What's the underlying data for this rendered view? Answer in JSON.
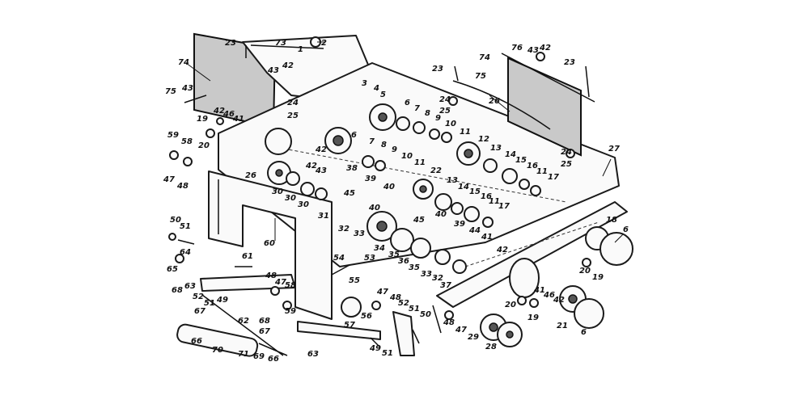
{
  "diagram": {
    "callouts": [
      {
        "id": "c1",
        "text": "23"
      },
      {
        "id": "c2",
        "text": "73"
      },
      {
        "id": "c3",
        "text": "2"
      },
      {
        "id": "c4",
        "text": "1"
      },
      {
        "id": "c5",
        "text": "74"
      },
      {
        "id": "c6",
        "text": "42"
      },
      {
        "id": "c7",
        "text": "43"
      },
      {
        "id": "c8",
        "text": "3"
      },
      {
        "id": "c9",
        "text": "4"
      },
      {
        "id": "c10",
        "text": "5"
      },
      {
        "id": "c11",
        "text": "75"
      },
      {
        "id": "c12",
        "text": "43"
      },
      {
        "id": "c13",
        "text": "24"
      },
      {
        "id": "c14",
        "text": "25"
      },
      {
        "id": "c15",
        "text": "42"
      },
      {
        "id": "c16",
        "text": "46"
      },
      {
        "id": "c17",
        "text": "41"
      },
      {
        "id": "c18",
        "text": "19"
      },
      {
        "id": "c19",
        "text": "20"
      },
      {
        "id": "c20",
        "text": "6"
      },
      {
        "id": "c21",
        "text": "7"
      },
      {
        "id": "c22",
        "text": "8"
      },
      {
        "id": "c23",
        "text": "9"
      },
      {
        "id": "c24",
        "text": "10"
      },
      {
        "id": "c25",
        "text": "11"
      },
      {
        "id": "c26",
        "text": "12"
      },
      {
        "id": "c27",
        "text": "59"
      },
      {
        "id": "c28",
        "text": "58"
      },
      {
        "id": "c29",
        "text": "6"
      },
      {
        "id": "c30",
        "text": "42"
      },
      {
        "id": "c31",
        "text": "7"
      },
      {
        "id": "c32",
        "text": "8"
      },
      {
        "id": "c33",
        "text": "9"
      },
      {
        "id": "c34",
        "text": "10"
      },
      {
        "id": "c35",
        "text": "13"
      },
      {
        "id": "c36",
        "text": "14"
      },
      {
        "id": "c37",
        "text": "15"
      },
      {
        "id": "c38",
        "text": "16"
      },
      {
        "id": "c39",
        "text": "11"
      },
      {
        "id": "c40",
        "text": "17"
      },
      {
        "id": "c41",
        "text": "47"
      },
      {
        "id": "c42",
        "text": "48"
      },
      {
        "id": "c43",
        "text": "26"
      },
      {
        "id": "c44",
        "text": "42"
      },
      {
        "id": "c45",
        "text": "43"
      },
      {
        "id": "c46",
        "text": "38"
      },
      {
        "id": "c47",
        "text": "39"
      },
      {
        "id": "c48",
        "text": "40"
      },
      {
        "id": "c49",
        "text": "11"
      },
      {
        "id": "c50",
        "text": "22"
      },
      {
        "id": "c51",
        "text": "13"
      },
      {
        "id": "c52",
        "text": "14"
      },
      {
        "id": "c53",
        "text": "15"
      },
      {
        "id": "c54",
        "text": "16"
      },
      {
        "id": "c55",
        "text": "11"
      },
      {
        "id": "c56",
        "text": "17"
      },
      {
        "id": "c57",
        "text": "30"
      },
      {
        "id": "c58",
        "text": "30"
      },
      {
        "id": "c59",
        "text": "30"
      },
      {
        "id": "c60",
        "text": "45"
      },
      {
        "id": "c61",
        "text": "31"
      },
      {
        "id": "c62",
        "text": "32"
      },
      {
        "id": "c63",
        "text": "40"
      },
      {
        "id": "c64",
        "text": "33"
      },
      {
        "id": "c65",
        "text": "45"
      },
      {
        "id": "c66",
        "text": "40"
      },
      {
        "id": "c67",
        "text": "39"
      },
      {
        "id": "c68",
        "text": "60"
      },
      {
        "id": "c69",
        "text": "44"
      },
      {
        "id": "c70",
        "text": "41"
      },
      {
        "id": "c71",
        "text": "42"
      },
      {
        "id": "c72",
        "text": "34"
      },
      {
        "id": "c73",
        "text": "35"
      },
      {
        "id": "c74",
        "text": "36"
      },
      {
        "id": "c75",
        "text": "35"
      },
      {
        "id": "c76",
        "text": "33"
      },
      {
        "id": "c77",
        "text": "32"
      },
      {
        "id": "c78",
        "text": "37"
      },
      {
        "id": "c79",
        "text": "50"
      },
      {
        "id": "c80",
        "text": "51"
      },
      {
        "id": "c81",
        "text": "65"
      },
      {
        "id": "c82",
        "text": "64"
      },
      {
        "id": "c83",
        "text": "63"
      },
      {
        "id": "c84",
        "text": "61"
      },
      {
        "id": "c85",
        "text": "54"
      },
      {
        "id": "c86",
        "text": "53"
      },
      {
        "id": "c87",
        "text": "55"
      },
      {
        "id": "c88",
        "text": "68"
      },
      {
        "id": "c89",
        "text": "52"
      },
      {
        "id": "c90",
        "text": "51"
      },
      {
        "id": "c91",
        "text": "49"
      },
      {
        "id": "c92",
        "text": "48"
      },
      {
        "id": "c93",
        "text": "47"
      },
      {
        "id": "c94",
        "text": "58"
      },
      {
        "id": "c95",
        "text": "59"
      },
      {
        "id": "c96",
        "text": "67"
      },
      {
        "id": "c97",
        "text": "62"
      },
      {
        "id": "c98",
        "text": "68"
      },
      {
        "id": "c99",
        "text": "67"
      },
      {
        "id": "c100",
        "text": "66"
      },
      {
        "id": "c101",
        "text": "70"
      },
      {
        "id": "c102",
        "text": "71"
      },
      {
        "id": "c103",
        "text": "69"
      },
      {
        "id": "c104",
        "text": "66"
      },
      {
        "id": "c105",
        "text": "63"
      },
      {
        "id": "c106",
        "text": "57"
      },
      {
        "id": "c107",
        "text": "56"
      },
      {
        "id": "c108",
        "text": "47"
      },
      {
        "id": "c109",
        "text": "48"
      },
      {
        "id": "c110",
        "text": "52"
      },
      {
        "id": "c111",
        "text": "51"
      },
      {
        "id": "c112",
        "text": "50"
      },
      {
        "id": "c113",
        "text": "49"
      },
      {
        "id": "c114",
        "text": "51"
      },
      {
        "id": "c115",
        "text": "48"
      },
      {
        "id": "c116",
        "text": "47"
      },
      {
        "id": "c117",
        "text": "29"
      },
      {
        "id": "c118",
        "text": "28"
      },
      {
        "id": "c119",
        "text": "76"
      },
      {
        "id": "c120",
        "text": "43"
      },
      {
        "id": "c121",
        "text": "42"
      },
      {
        "id": "c122",
        "text": "74"
      },
      {
        "id": "c123",
        "text": "23"
      },
      {
        "id": "c124",
        "text": "23"
      },
      {
        "id": "c125",
        "text": "75"
      },
      {
        "id": "c126",
        "text": "26"
      },
      {
        "id": "c127",
        "text": "24"
      },
      {
        "id": "c128",
        "text": "25"
      },
      {
        "id": "c129",
        "text": "27"
      },
      {
        "id": "c130",
        "text": "24"
      },
      {
        "id": "c131",
        "text": "25"
      },
      {
        "id": "c132",
        "text": "18"
      },
      {
        "id": "c133",
        "text": "6"
      },
      {
        "id": "c134",
        "text": "20"
      },
      {
        "id": "c135",
        "text": "19"
      },
      {
        "id": "c136",
        "text": "41"
      },
      {
        "id": "c137",
        "text": "46"
      },
      {
        "id": "c138",
        "text": "42"
      },
      {
        "id": "c139",
        "text": "20"
      },
      {
        "id": "c140",
        "text": "19"
      },
      {
        "id": "c141",
        "text": "21"
      },
      {
        "id": "c142",
        "text": "6"
      }
    ]
  }
}
